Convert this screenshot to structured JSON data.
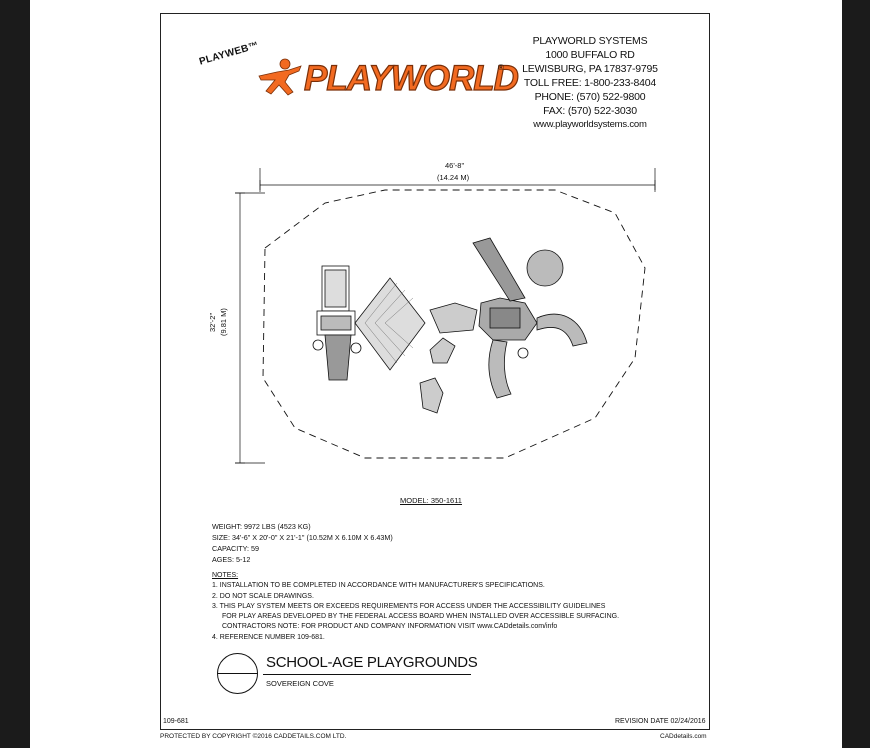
{
  "header": {
    "playweb": "PLAYWEB™",
    "logo_text": "PLAYWORLD",
    "logo_reg": "®"
  },
  "company": {
    "name": "PLAYWORLD SYSTEMS",
    "address1": "1000 BUFFALO RD",
    "address2": "LEWISBURG, PA 17837-9795",
    "toll_free": "TOLL FREE: 1-800-233-8404",
    "phone": "PHONE: (570) 522-9800",
    "fax": "FAX: (570) 522-3030",
    "website": "www.playworldsystems.com"
  },
  "dimensions": {
    "width_ft": "46'-8\"",
    "width_m": "(14.24 M)",
    "depth_ft": "32'-2\"",
    "depth_m": "(9.81 M)"
  },
  "model": "MODEL: 350-1611",
  "specs": {
    "weight": "WEIGHT: 9972 LBS (4523 KG)",
    "size": "SIZE: 34'-6\" X 20'-0\" X 21'-1\" (10.52M X 6.10M X 6.43M)",
    "capacity": "CAPACITY: 59",
    "ages": "AGES: 5-12"
  },
  "notes": {
    "heading": "NOTES:",
    "n1": "1.  INSTALLATION TO BE COMPLETED IN ACCORDANCE WITH MANUFACTURER'S SPECIFICATIONS.",
    "n2": "2.  DO NOT SCALE DRAWINGS.",
    "n3": "3.  THIS PLAY SYSTEM MEETS OR EXCEEDS REQUIREMENTS FOR ACCESS UNDER THE ACCESSIBILITY GUIDELINES",
    "n3b": "FOR PLAY AREAS DEVELOPED BY THE FEDERAL ACCESS BOARD WHEN INSTALLED OVER ACCESSIBLE SURFACING.",
    "n3c": "CONTRACTORS NOTE: FOR PRODUCT AND COMPANY INFORMATION VISIT www.CADdetails.com/info",
    "n4": "4.  REFERENCE NUMBER 109-681."
  },
  "title_block": {
    "title": "SCHOOL-AGE PLAYGROUNDS",
    "subtitle": "SOVEREIGN COVE"
  },
  "footer": {
    "ref": "109-681",
    "revision": "REVISION DATE 02/24/2016",
    "copyright": "PROTECTED BY COPYRIGHT ©2016 CADDETAILS.COM LTD.",
    "cadd": "CADdetails.com"
  }
}
